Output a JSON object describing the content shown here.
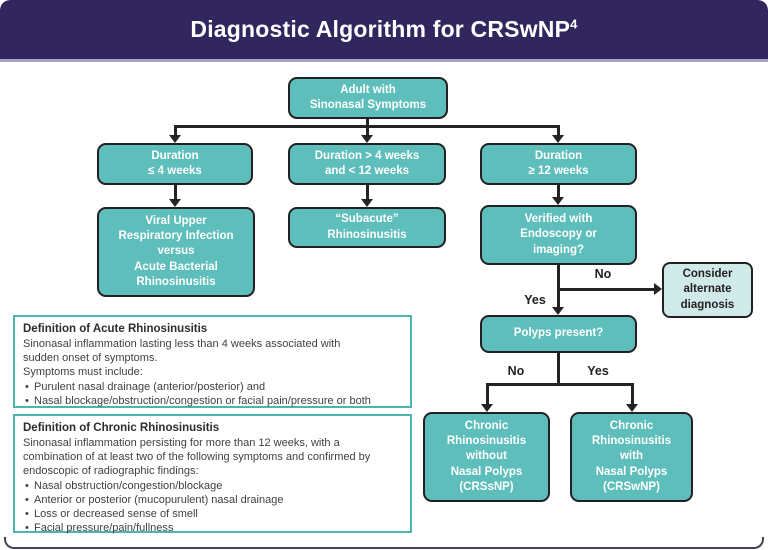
{
  "header": {
    "title": "Diagnostic Algorithm for CRSwNP",
    "reference_superscript": "4"
  },
  "colors": {
    "header_bg": "#32265f",
    "header_separator": "#a9a2c6",
    "node_fill": "#5dbebb",
    "node_border": "#242021",
    "node_text": "#ffffff",
    "light_node_fill": "#cfeae9",
    "definition_border": "#4cb5b2",
    "connector": "#262223"
  },
  "flowchart": {
    "nodes": {
      "adult": "Adult with\nSinonasal Symptoms",
      "duration_short": "Duration\n≤ 4 weeks",
      "duration_mid": "Duration > 4 weeks\nand < 12 weeks",
      "duration_long": "Duration\n≥ 12 weeks",
      "viral_vs_bacterial": "Viral Upper\nRespiratory Infection\nversus\nAcute Bacterial\nRhinosinusitis",
      "subacute": "“Subacute”\nRhinosinusitis",
      "verified": "Verified with\nEndoscopy or\nimaging?",
      "consider_alternate": "Consider\nalternate\ndiagnosis",
      "polyps_present": "Polyps present?",
      "crssnp": "Chronic\nRhinosinusitis\nwithout\nNasal Polyps\n(CRSsNP)",
      "crswnp": "Chronic\nRhinosinusitis\nwith\nNasal Polyps\n(CRSwNP)"
    },
    "labels": {
      "endoscopy_no": "No",
      "endoscopy_yes": "Yes",
      "polyps_no": "No",
      "polyps_yes": "Yes"
    }
  },
  "definitions": {
    "acute": {
      "title": "Definition of Acute Rhinosinusitis",
      "intro": "Sinonasal inflammation lasting less than 4 weeks associated with\nsudden onset of symptoms.\nSymptoms must include:",
      "bullets": [
        "Purulent nasal drainage (anterior/posterior) and",
        "Nasal blockage/obstruction/congestion or facial pain/pressure or both"
      ]
    },
    "chronic": {
      "title": "Definition of Chronic Rhinosinusitis",
      "intro": "Sinonasal inflammation persisting for more than 12 weeks, with a\ncombination of at least two of the following symptoms and confirmed by\nendoscopic of radiographic findings:",
      "bullets": [
        "Nasal obstruction/congestion/blockage",
        "Anterior or posterior (mucopurulent) nasal drainage",
        "Loss or decreased sense of smell",
        "Facial pressure/pain/fullness"
      ]
    }
  }
}
